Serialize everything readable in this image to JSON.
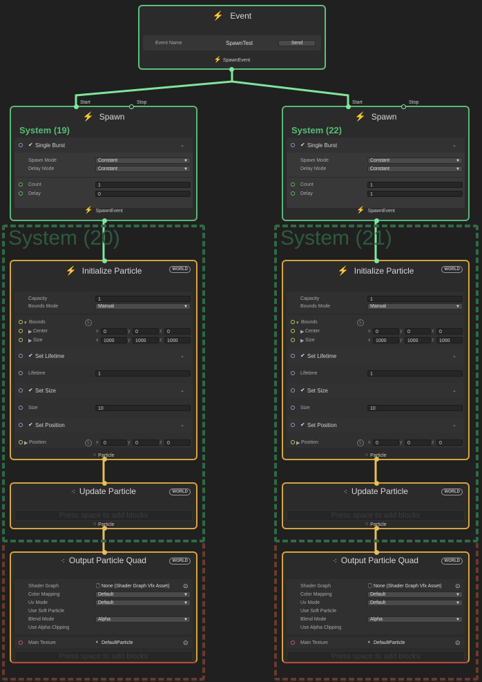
{
  "event_node": {
    "title": "Event",
    "event_name_label": "Event Name",
    "event_name_value": "SpawnTest",
    "send_label": "Send",
    "output_label": "SpawnEvent"
  },
  "spawn_nodes": [
    {
      "start_label": "Start",
      "stop_label": "Stop",
      "title": "Spawn",
      "system_label": "System (19)",
      "block_title": "Single Burst",
      "spawn_mode_label": "Spawn Mode",
      "spawn_mode_value": "Constant",
      "delay_mode_label": "Delay Mode",
      "delay_mode_value": "Constant",
      "count_label": "Count",
      "count_value": "1",
      "delay_label": "Delay",
      "delay_value": "0",
      "output_label": "SpawnEvent"
    },
    {
      "start_label": "Start",
      "stop_label": "Stop",
      "title": "Spawn",
      "system_label": "System (22)",
      "block_title": "Single Burst",
      "spawn_mode_label": "Spawn Mode",
      "spawn_mode_value": "Constant",
      "delay_mode_label": "Delay Mode",
      "delay_mode_value": "Constant",
      "count_label": "Count",
      "count_value": "1",
      "delay_label": "Delay",
      "delay_value": "1",
      "output_label": "SpawnEvent"
    }
  ],
  "systems": [
    {
      "big_label": "System (20)",
      "init": {
        "title": "Initialize Particle",
        "badge": "WORLD",
        "capacity_label": "Capacity",
        "capacity_value": "1",
        "bounds_mode_label": "Bounds Mode",
        "bounds_mode_value": "Manual",
        "bounds_label": "Bounds",
        "bounds_space": "L",
        "center_label": "Center",
        "center_x": "0",
        "center_y": "0",
        "center_z": "0",
        "size_label": "Size",
        "size_x": "1000",
        "size_y": "1000",
        "size_z": "1000",
        "x": "x",
        "y": "y",
        "z": "z",
        "lifetime_block": "Set Lifetime",
        "lifetime_label": "Lifetime",
        "lifetime_value": "1",
        "size_block": "Set Size",
        "size_field_label": "Size",
        "size_field_value": "10",
        "position_block": "Set Position",
        "position_label": "Position",
        "position_space": "L",
        "position_x": "0",
        "position_y": "0",
        "position_z": "0",
        "output_label": "Particle"
      },
      "update": {
        "title": "Update Particle",
        "badge": "WORLD",
        "press_space": "Press space to add blocks",
        "output_label": "Particle"
      },
      "output": {
        "title": "Output Particle Quad",
        "badge": "WORLD",
        "shader_graph_label": "Shader Graph",
        "shader_graph_value": "None (Shader Graph Vfx Asset)",
        "color_mapping_label": "Color Mapping",
        "color_mapping_value": "Default",
        "uv_mode_label": "Uv Mode",
        "uv_mode_value": "Default",
        "soft_particle_label": "Use Soft Particle",
        "blend_mode_label": "Blend Mode",
        "blend_mode_value": "Alpha",
        "alpha_clipping_label": "Use Alpha Clipping",
        "main_texture_label": "Main Texture",
        "main_texture_value": "DefaultParticle",
        "press_space": "Press space to add blocks"
      }
    },
    {
      "big_label": "System (21)",
      "init": {
        "title": "Initialize Particle",
        "badge": "WORLD",
        "capacity_label": "Capacity",
        "capacity_value": "1",
        "bounds_mode_label": "Bounds Mode",
        "bounds_mode_value": "Manual",
        "bounds_label": "Bounds",
        "bounds_space": "L",
        "center_label": "Center",
        "center_x": "0",
        "center_y": "0",
        "center_z": "0",
        "size_label": "Size",
        "size_x": "1000",
        "size_y": "1000",
        "size_z": "1000",
        "x": "x",
        "y": "y",
        "z": "z",
        "lifetime_block": "Set Lifetime",
        "lifetime_label": "Lifetime",
        "lifetime_value": "1",
        "size_block": "Set Size",
        "size_field_label": "Size",
        "size_field_value": "10",
        "position_block": "Set Position",
        "position_label": "Position",
        "position_space": "L",
        "position_x": "0",
        "position_y": "0",
        "position_z": "0",
        "output_label": "Particle"
      },
      "update": {
        "title": "Update Particle",
        "badge": "WORLD",
        "press_space": "Press space to add blocks",
        "output_label": "Particle"
      },
      "output": {
        "title": "Output Particle Quad",
        "badge": "WORLD",
        "shader_graph_label": "Shader Graph",
        "shader_graph_value": "None (Shader Graph Vfx Asset)",
        "color_mapping_label": "Color Mapping",
        "color_mapping_value": "Default",
        "uv_mode_label": "Uv Mode",
        "uv_mode_value": "Default",
        "soft_particle_label": "Use Soft Particle",
        "blend_mode_label": "Blend Mode",
        "blend_mode_value": "Alpha",
        "alpha_clipping_label": "Use Alpha Clipping",
        "main_texture_label": "Main Texture",
        "main_texture_value": "DefaultParticle",
        "press_space": "Press space to add blocks"
      }
    }
  ],
  "colors": {
    "spawn_accent": "#58b878",
    "particle_accent": "#d6a638",
    "system_dash": "#2e6a44",
    "output_dash": "#6a3a2a"
  }
}
